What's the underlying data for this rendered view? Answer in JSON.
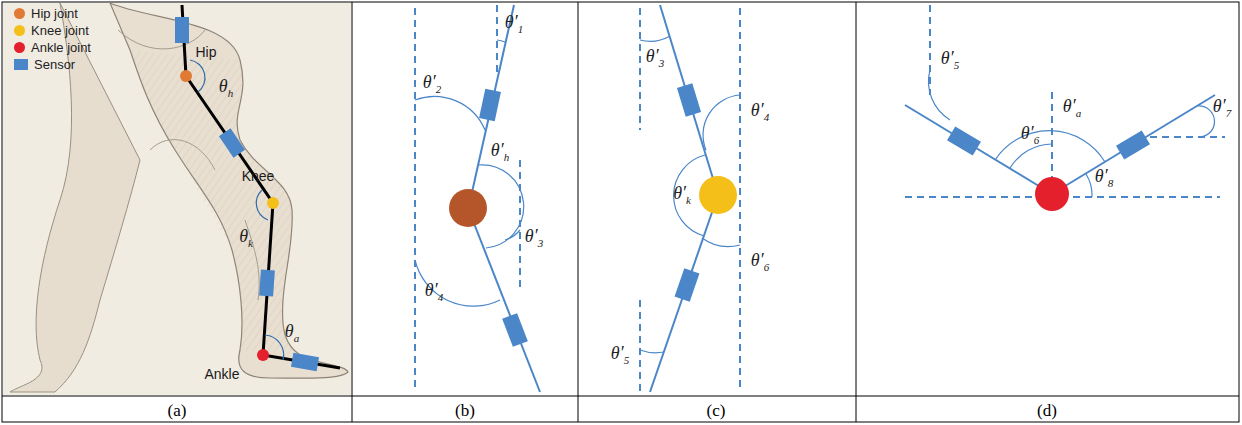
{
  "diagram": {
    "labels": [
      "Hip",
      "θh",
      "Knee",
      "θk",
      "Ankle",
      "θa",
      "θ′1",
      "θ′2",
      "θ′h",
      "θ′3",
      "θ′4",
      "θ′3",
      "θ′4",
      "θ′k",
      "θ′6",
      "θ′5",
      "θ′5",
      "θ′a",
      "θ′6",
      "θ′7",
      "θ′8",
      "(a)",
      "(b)",
      "(c)",
      "(d)"
    ],
    "legend": [
      {
        "text": "Hip joint",
        "color": "#e07a35"
      },
      {
        "text": "Knee joint",
        "color": "#f5bf1a"
      },
      {
        "text": "Ankle joint",
        "color": "#e3202b"
      },
      {
        "text": "Sensor",
        "color": "#4a86c8"
      }
    ]
  }
}
